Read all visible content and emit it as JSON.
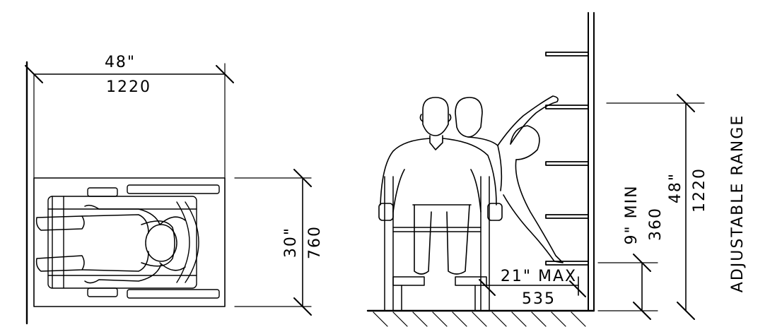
{
  "plan_view": {
    "width_dim": {
      "imperial": "48\"",
      "metric": "1220"
    },
    "depth_dim": {
      "imperial": "30\"",
      "metric": "760"
    }
  },
  "elevation_view": {
    "reach_dim": {
      "imperial": "21\" MAX",
      "metric": "535"
    },
    "min_height_dim": {
      "imperial": "9\" MIN",
      "metric": "360"
    },
    "range_dim": {
      "imperial": "48\"",
      "metric": "1220"
    },
    "range_label": "ADJUSTABLE RANGE"
  },
  "colors": {
    "ink": "#000000",
    "paper": "#ffffff"
  }
}
